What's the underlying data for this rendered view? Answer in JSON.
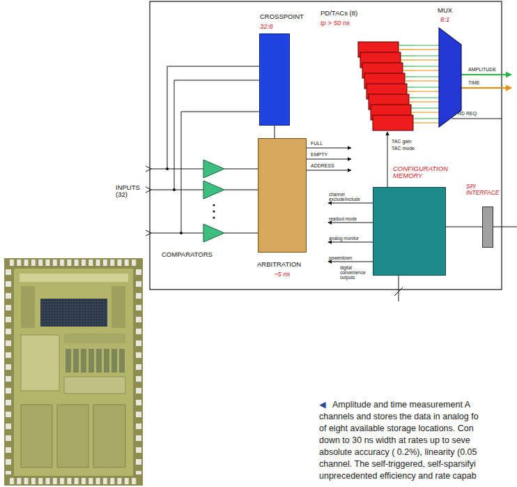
{
  "diagram": {
    "nodes": [
      {
        "text": [
          "CROSSPOINT",
          "32:8"
        ]
      },
      {
        "text": [
          "PD/TACs (8)",
          "tp > 50 ns"
        ]
      },
      {
        "text": [
          "MUX",
          "8:1"
        ]
      },
      {
        "text": [
          "CONFIGURATION MEMORY"
        ]
      },
      {
        "text": [
          "SPI INTERFACE"
        ]
      },
      {
        "text": [
          "COMPARATORS"
        ]
      },
      {
        "text": [
          "ARBITRATION",
          "~5 ns"
        ]
      }
    ],
    "edges": [
      {
        "from": 0,
        "to": 6,
        "arrow": "none"
      },
      {
        "from": 5,
        "to": 6,
        "arrow": "none"
      },
      {
        "from": 1,
        "to": 2,
        "arrow": "none"
      },
      {
        "from": 3,
        "to": 1,
        "arrow": "to"
      },
      {
        "from": 3,
        "to": 4,
        "arrow": "none"
      }
    ],
    "labels": [
      "AMPLITUDE",
      "TIME",
      "RD REQ",
      "TAC gain",
      "TAC mode",
      "FULL",
      "EMPTY",
      "ADDRESS",
      "channel exclude/include",
      "readout mode",
      "analog monitor",
      "powerdown",
      "digital convenience outputs",
      "INPUTS (32)",
      "◀",
      "Amplitude and time measurement A",
      "channels and stores the data in analog fo",
      "of eight available storage locations. Con",
      "down to 30 ns width at rates up to seve",
      "absolute accuracy ( 0.2%), linearity (0.05",
      "channel. The self-triggered, self-sparsifyi",
      "unprecedented efficiency and rate capab"
    ]
  }
}
